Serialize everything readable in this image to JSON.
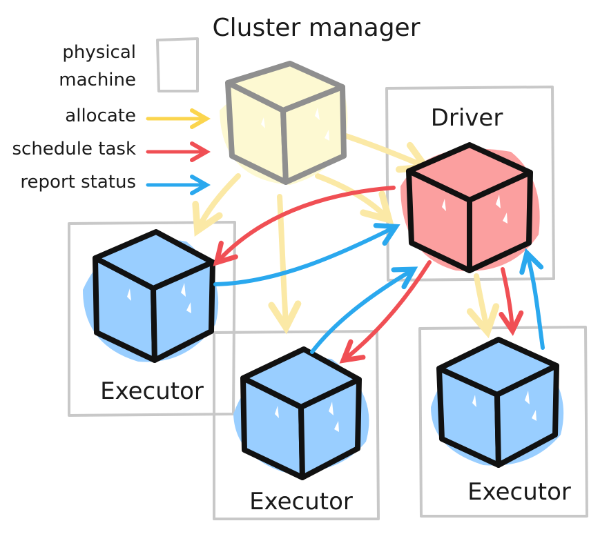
{
  "title": "Cluster manager",
  "legend": {
    "physical_machine": [
      "physical",
      "machine"
    ],
    "allocate": "allocate",
    "schedule_task": "schedule task",
    "report_status": "report status"
  },
  "nodes": {
    "driver": "Driver",
    "executor_left": "Executor",
    "executor_middle": "Executor",
    "executor_right": "Executor"
  },
  "colors": {
    "allocate": "#fbd54e",
    "allocate_soft": "#fbe9a6",
    "schedule": "#f04f54",
    "report": "#2aa8ee",
    "cluster_face": "#fdf9d2",
    "cluster_edge": "#8f8f8f",
    "driver_face": "#fb9f9f",
    "executor_face": "#99ceff",
    "machine_edge": "#c8c8c8"
  }
}
